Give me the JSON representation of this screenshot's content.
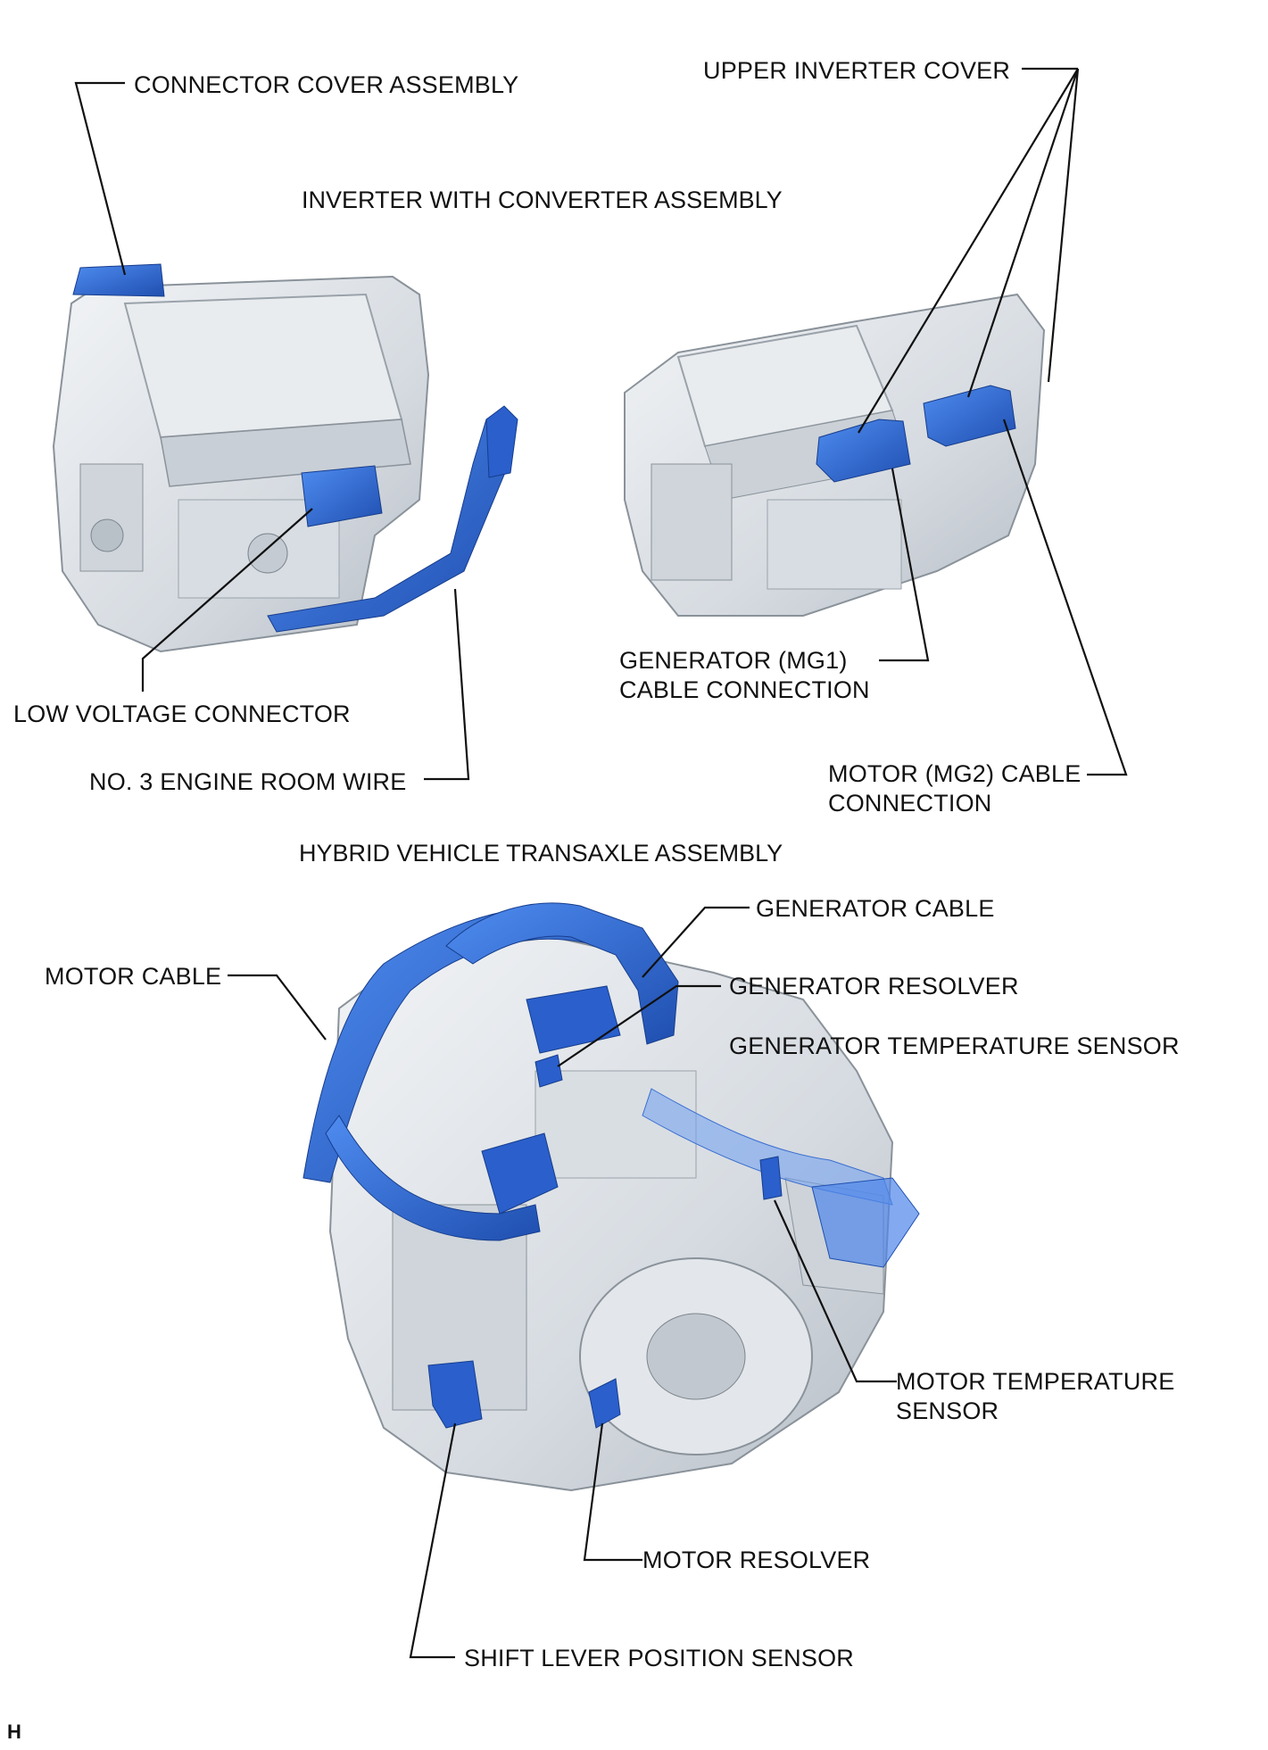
{
  "sections": {
    "inverter_title": "INVERTER WITH CONVERTER ASSEMBLY",
    "transaxle_title": "HYBRID VEHICLE TRANSAXLE ASSEMBLY"
  },
  "labels": {
    "connector_cover": "CONNECTOR COVER ASSEMBLY",
    "upper_inverter_cover": "UPPER INVERTER COVER",
    "low_voltage_connector": "LOW VOLTAGE CONNECTOR",
    "engine_room_wire": "NO. 3 ENGINE ROOM WIRE",
    "mg1_line1": "GENERATOR (MG1)",
    "mg1_line2": "CABLE CONNECTION",
    "mg2_line1": "MOTOR (MG2) CABLE",
    "mg2_line2": "CONNECTION",
    "generator_cable": "GENERATOR CABLE",
    "motor_cable": "MOTOR CABLE",
    "generator_resolver": "GENERATOR RESOLVER",
    "generator_temp_sensor": "GENERATOR TEMPERATURE SENSOR",
    "motor_temp_line1": "MOTOR TEMPERATURE",
    "motor_temp_line2": "SENSOR",
    "motor_resolver": "MOTOR RESOLVER",
    "shift_lever_sensor": "SHIFT LEVER POSITION SENSOR"
  },
  "figure_code": "H",
  "colors": {
    "highlight": "#2f6fe0",
    "highlight_dark": "#1f4fb0",
    "metal": "#dfe3e8",
    "metal_dark": "#a9b0b8",
    "line": "#111111"
  }
}
